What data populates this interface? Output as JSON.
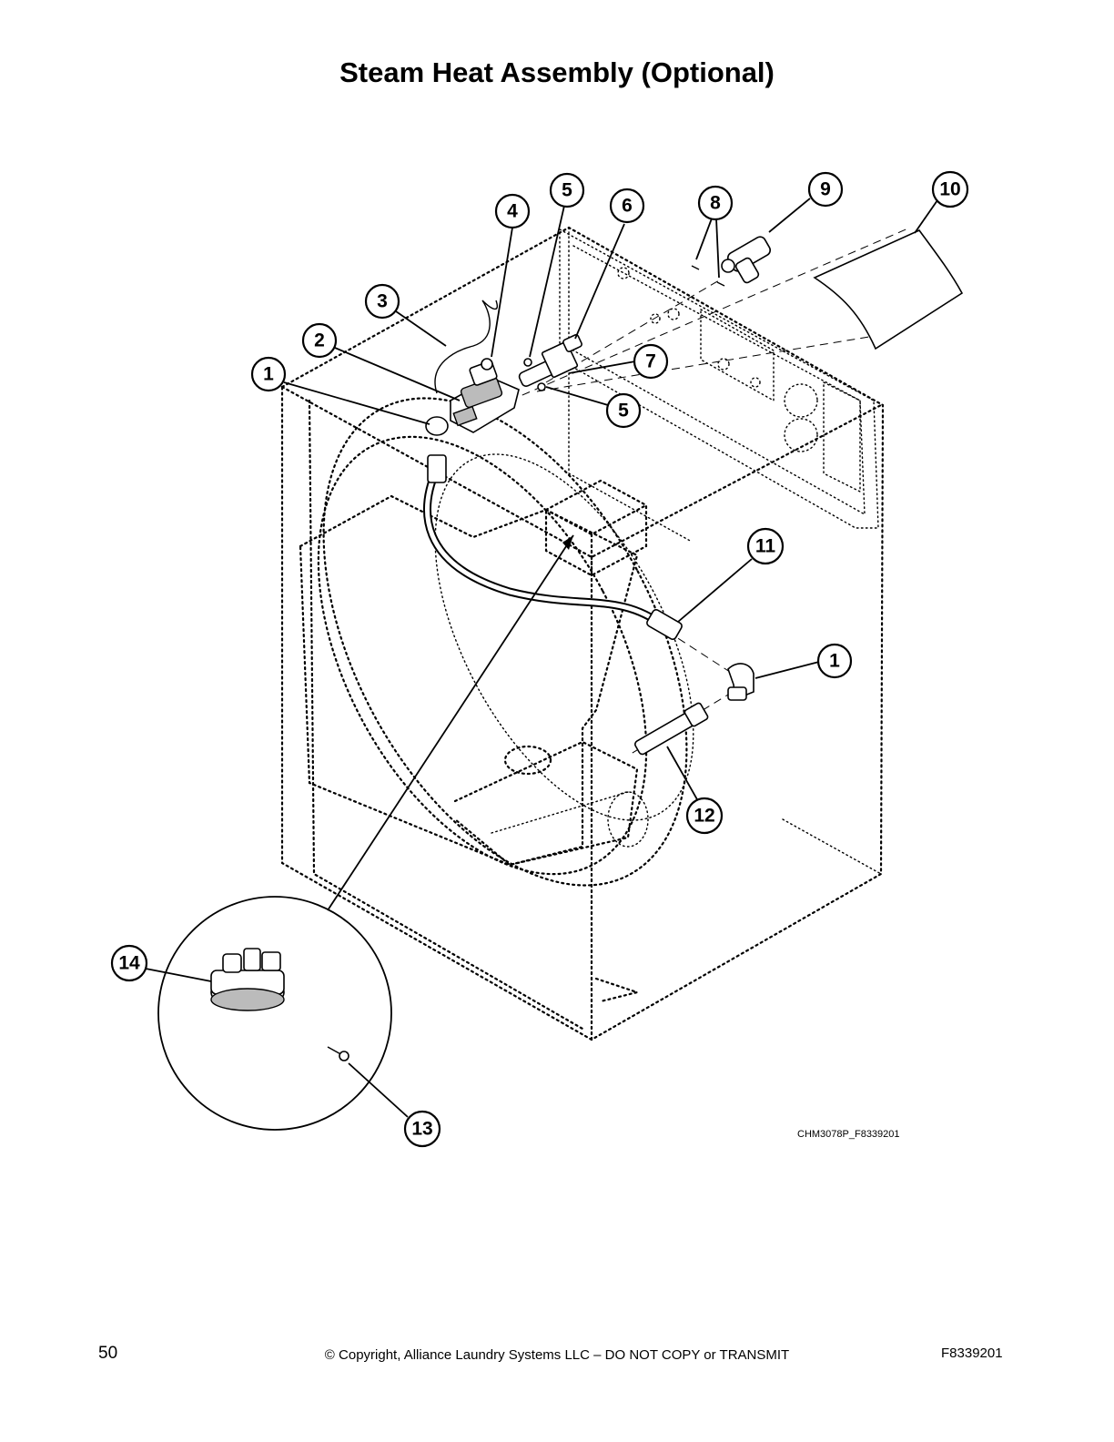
{
  "title": "Steam Heat Assembly (Optional)",
  "callouts": [
    "1",
    "2",
    "3",
    "4",
    "5",
    "6",
    "7",
    "8",
    "9",
    "10",
    "11",
    "12",
    "13",
    "14"
  ],
  "figure_code": "CHM3078P_F8339201",
  "footer": {
    "page_number": "50",
    "copyright": "© Copyright, Alliance Laundry Systems LLC – DO NOT COPY or TRANSMIT",
    "doc_code": "F8339201"
  }
}
